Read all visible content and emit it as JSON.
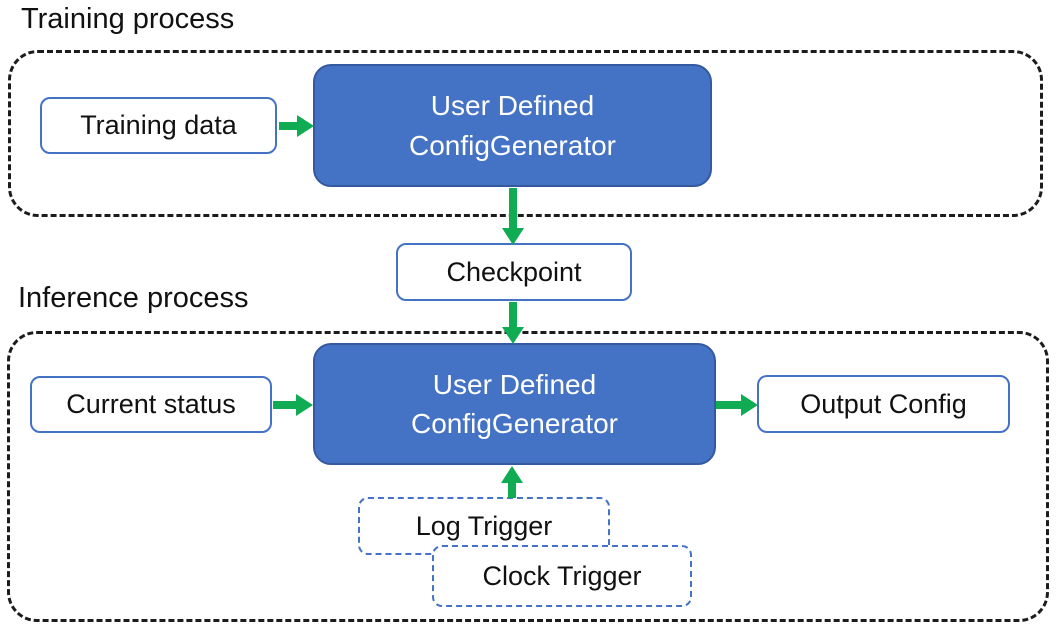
{
  "training": {
    "title": "Training process",
    "input_label": "Training data",
    "generator": {
      "line1": "User Defined",
      "line2": "ConfigGenerator"
    }
  },
  "checkpoint_label": "Checkpoint",
  "inference": {
    "title": "Inference process",
    "input_label": "Current status",
    "generator": {
      "line1": "User Defined",
      "line2": "ConfigGenerator"
    },
    "output_label": "Output Config",
    "log_trigger_label": "Log Trigger",
    "clock_trigger_label": "Clock Trigger"
  },
  "colors": {
    "node_fill": "#4472c4",
    "node_border": "#35599f",
    "node_text": "#ffffff",
    "box_border": "#4472c4",
    "arrow": "#0fac53",
    "frame_border": "#1c1c1c",
    "text": "#111111"
  }
}
